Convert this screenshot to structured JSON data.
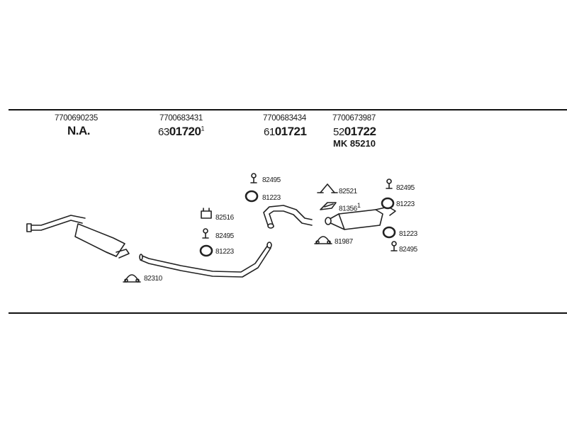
{
  "columns": [
    {
      "oem": "7700690235",
      "main": "N.A.",
      "prefix": "",
      "sup": ""
    },
    {
      "oem": "7700683431",
      "main": "01720",
      "prefix": "63",
      "sup": "1"
    },
    {
      "oem": "7700683434",
      "main": "01721",
      "prefix": "61",
      "sup": ""
    },
    {
      "oem": "7700673987",
      "main": "01722",
      "prefix": "52",
      "sup": ""
    }
  ],
  "mk_label": "MK  85210",
  "parts": {
    "p82310": "82310",
    "p82516": "82516",
    "p82495_a": "82495",
    "p81223_a": "81223",
    "p82495_b": "82495",
    "p81223_b": "81223",
    "p82521": "82521",
    "p81356": "81356",
    "p81356_sup": "1",
    "p81987": "81987",
    "p82495_c": "82495",
    "p81223_c": "81223",
    "p81223_d": "81223",
    "p82495_d": "82495"
  }
}
